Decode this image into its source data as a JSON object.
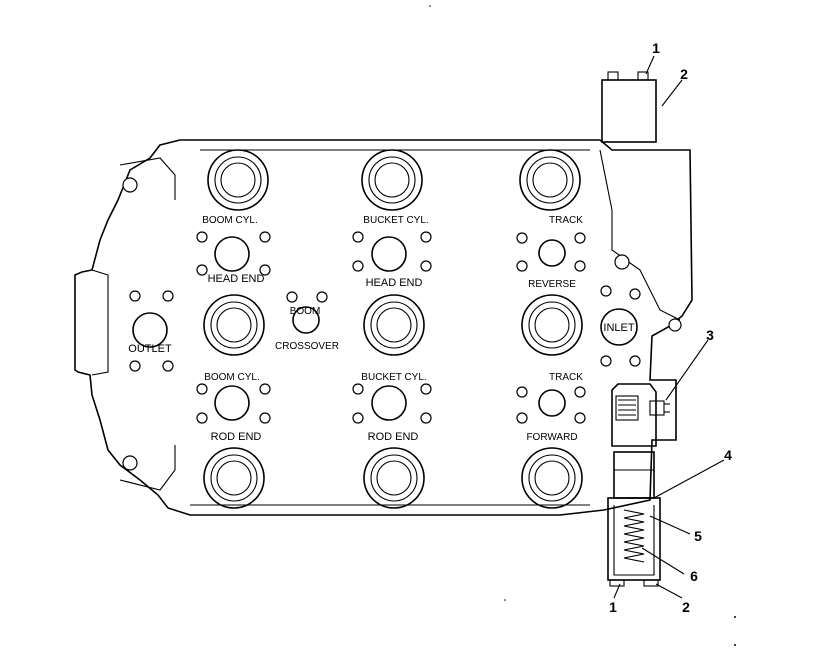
{
  "labels": {
    "boom_cyl_top": "BOOM CYL.",
    "head_end_left": "HEAD END",
    "bucket_cyl_top": "BUCKET CYL.",
    "head_end_mid": "HEAD END",
    "track_top": "TRACK",
    "reverse": "REVERSE",
    "outlet": "OUTLET",
    "boom": "BOOM",
    "crossover": "CROSSOVER",
    "inlet": "INLET",
    "boom_cyl_bottom": "BOOM CYL.",
    "rod_end_left": "ROD END",
    "bucket_cyl_bottom": "BUCKET CYL.",
    "rod_end_mid": "ROD END",
    "track_bottom": "TRACK",
    "forward": "FORWARD"
  },
  "callouts": {
    "c1_top": "1",
    "c2_top": "2",
    "c3": "3",
    "c4": "4",
    "c5": "5",
    "c6": "6",
    "c1_bottom": "1",
    "c2_bottom": "2"
  }
}
